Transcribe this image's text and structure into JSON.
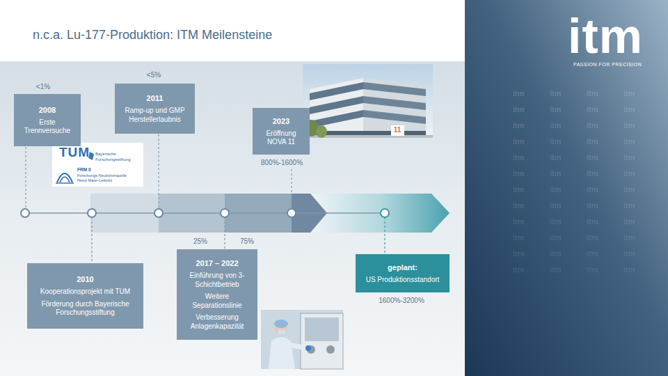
{
  "diagram": {
    "title": "n.c.a. Lu-177-Produktion: ITM Meilensteine",
    "nodes": [
      {
        "text": [
          "2008",
          "Erste Trennversuche"
        ]
      },
      {
        "text": [
          "TUM",
          "Bayerische Forschungsstiftung",
          "FRM II",
          "Forschungs-Neutronenquelle Heinz Maier-Leibnitz"
        ]
      },
      {
        "text": [
          "2010",
          "Kooperationsprojekt mit TUM",
          "Förderung durch Bayerische Forschungsstiftung"
        ]
      },
      {
        "text": [
          "2011",
          "Ramp-up und GMP Herstellerlaubnis"
        ]
      },
      {
        "text": [
          "2017 – 2022",
          "Einführung von 3-Schichtbetrieb",
          "Weitere Separationslinie",
          "Verbesserung Anlagenkapazität"
        ]
      },
      {
        "text": [
          "2023",
          "Eröffnung NOVA 11"
        ]
      },
      {
        "text": [
          "geplant:",
          "US Produktionsstandort"
        ]
      }
    ],
    "labels": [
      "<1%",
      "<5%",
      "800%-1600%",
      "25%",
      "75%",
      "1600%-3200%",
      "11",
      "itm",
      "PASSION FOR PRECISION",
      "itm",
      "itm",
      "itm",
      "itm",
      "itm",
      "itm",
      "itm",
      "itm",
      "itm",
      "itm",
      "itm",
      "itm",
      "itm",
      "itm",
      "itm",
      "itm",
      "itm",
      "itm",
      "itm",
      "itm",
      "itm",
      "itm",
      "itm",
      "itm",
      "itm",
      "itm",
      "itm",
      "itm",
      "itm",
      "itm",
      "itm",
      "itm",
      "itm",
      "itm",
      "itm",
      "itm",
      "itm",
      "itm",
      "itm",
      "itm",
      "itm",
      "itm",
      "itm",
      "itm",
      "itm",
      "itm",
      "itm",
      "itm"
    ]
  }
}
